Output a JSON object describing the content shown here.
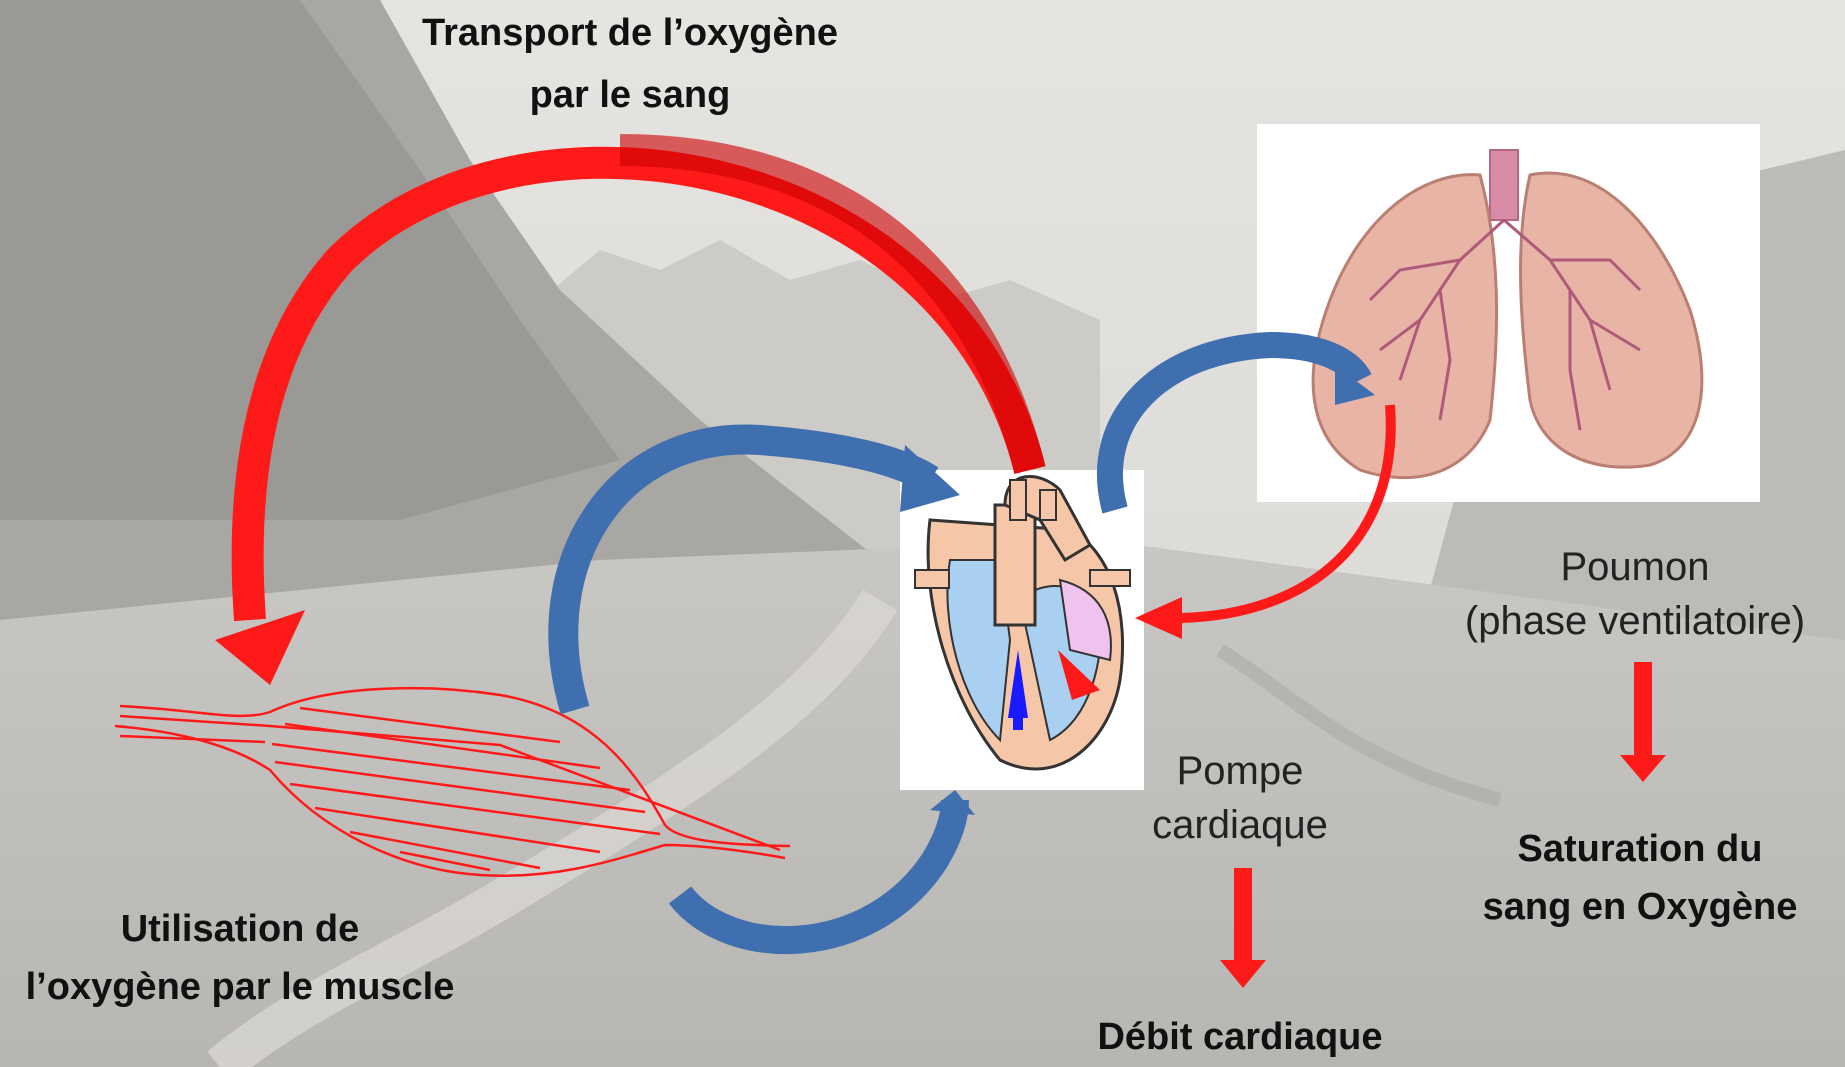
{
  "labels": {
    "transport_line1": "Transport de l’oxygène",
    "transport_line2": "par le sang",
    "poumon_line1": "Poumon",
    "poumon_line2": "(phase ventilatoire)",
    "saturation_line1": "Saturation du",
    "saturation_line2": "sang en Oxygène",
    "pompe_line1": "Pompe",
    "pompe_line2": "cardiaque",
    "debit": "Débit cardiaque",
    "utilisation_line1": "Utilisation de",
    "utilisation_line2": "l’oxygène par le muscle"
  },
  "colors": {
    "oxygenated": "#ff1a1a",
    "deoxygenated": "#3f6faf",
    "background": "#cfcdc9"
  }
}
